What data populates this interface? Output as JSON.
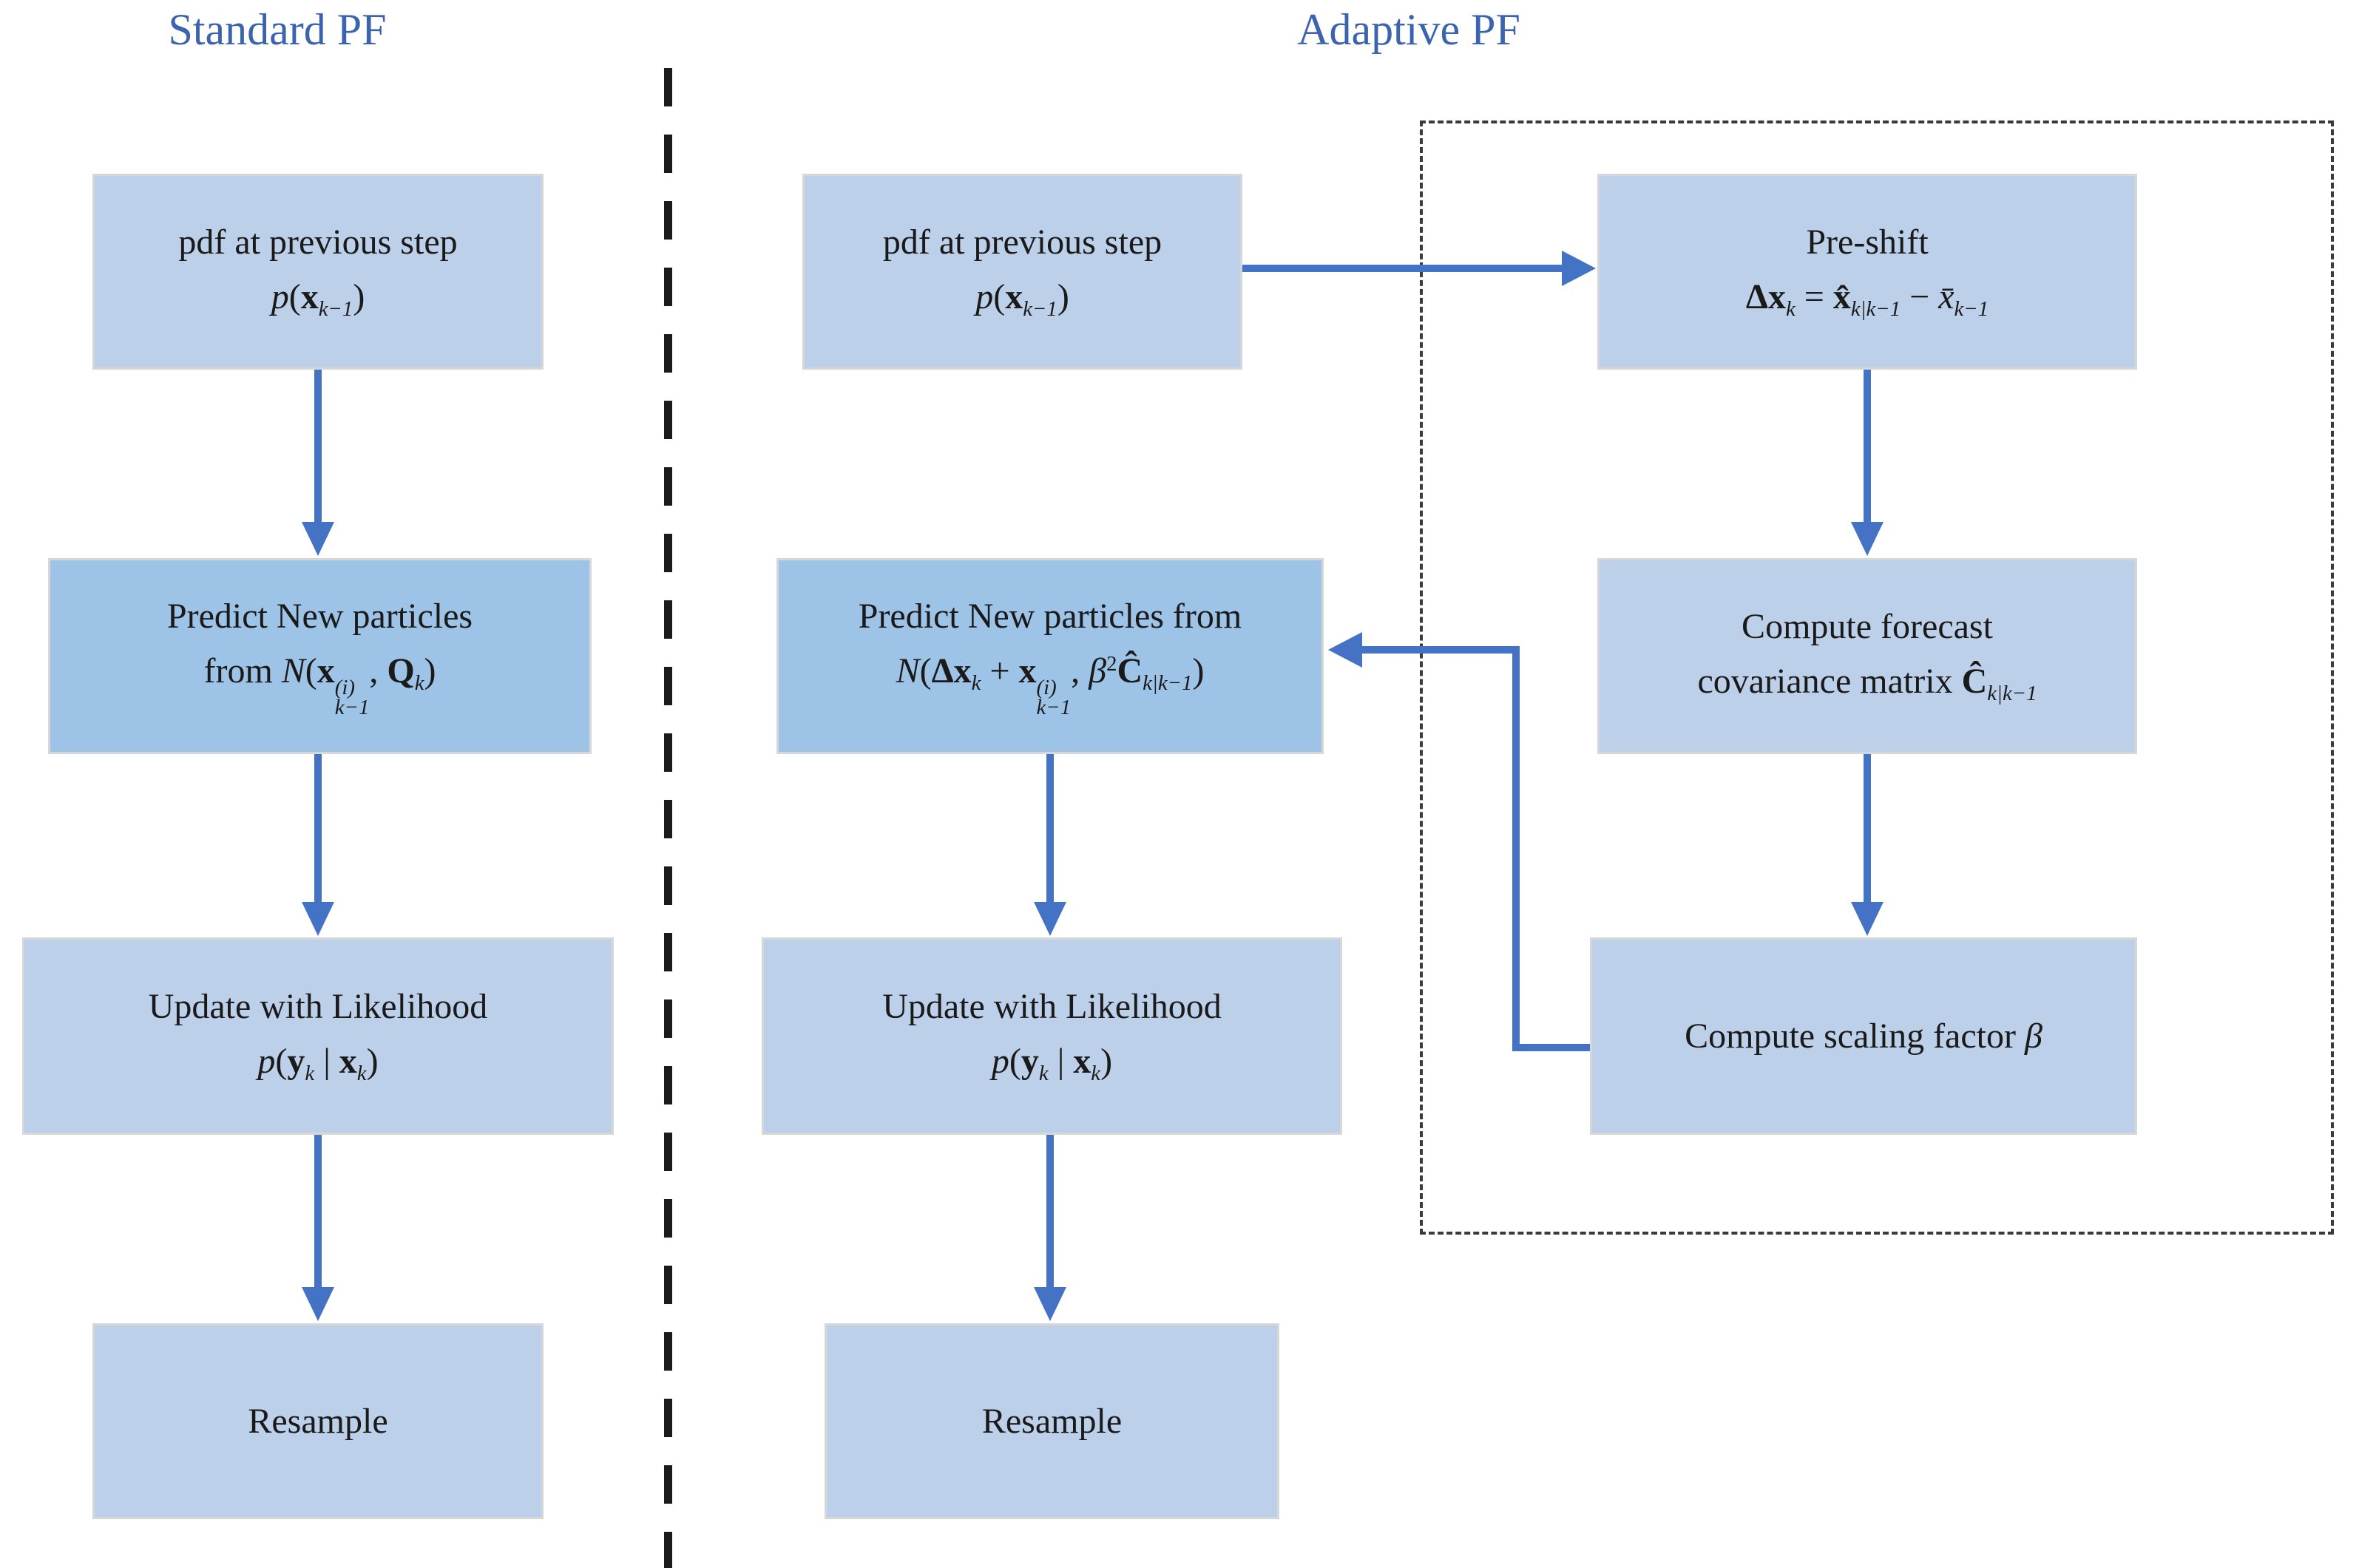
{
  "colors": {
    "box_light": "#bdd0e9",
    "box_dark": "#9dc3e6",
    "box_border": "#d7d7d7",
    "arrow_blue": "#4472c4",
    "title_blue": "#3c64ae",
    "dash_black": "#1b1b1b"
  },
  "titles": {
    "left": "Standard PF",
    "right": "Adaptive PF"
  },
  "standard": {
    "box_pdf": {
      "line1": "pdf at previous step",
      "formula": [
        {
          "t": "p",
          "k": "i"
        },
        {
          "t": "(",
          "k": "n"
        },
        {
          "t": "x",
          "k": "b"
        },
        {
          "t": "k−1",
          "k": "sub"
        },
        {
          "t": ")",
          "k": "n"
        }
      ]
    },
    "box_predict": {
      "line1": "Predict New particles",
      "formula": [
        {
          "t": "from ",
          "k": "n"
        },
        {
          "t": "N",
          "k": "i"
        },
        {
          "t": "(",
          "k": "n"
        },
        {
          "t": "x",
          "k": "b"
        },
        {
          "k": "supsub",
          "sup": "(i)",
          "sub": "k−1"
        },
        {
          "t": ", ",
          "k": "n"
        },
        {
          "t": "Q",
          "k": "b"
        },
        {
          "t": "k",
          "k": "sub"
        },
        {
          "t": ")",
          "k": "n"
        }
      ]
    },
    "box_update": {
      "line1": "Update with Likelihood",
      "formula": [
        {
          "t": "p",
          "k": "i"
        },
        {
          "t": "(",
          "k": "n"
        },
        {
          "t": "y",
          "k": "b"
        },
        {
          "t": "k",
          "k": "sub"
        },
        {
          "t": " | ",
          "k": "n"
        },
        {
          "t": "x",
          "k": "b"
        },
        {
          "t": "k",
          "k": "sub"
        },
        {
          "t": ")",
          "k": "n"
        }
      ]
    },
    "box_resample": {
      "label": "Resample"
    }
  },
  "adaptive": {
    "box_pdf": {
      "line1": "pdf at previous step",
      "formula": [
        {
          "t": "p",
          "k": "i"
        },
        {
          "t": "(",
          "k": "n"
        },
        {
          "t": "x",
          "k": "b"
        },
        {
          "t": "k−1",
          "k": "sub"
        },
        {
          "t": ")",
          "k": "n"
        }
      ]
    },
    "box_preshift": {
      "line1": "Pre-shift",
      "formula": [
        {
          "t": "Δ",
          "k": "b"
        },
        {
          "t": "x",
          "k": "b"
        },
        {
          "t": "k",
          "k": "sub"
        },
        {
          "t": " = ",
          "k": "n"
        },
        {
          "t": "x̂",
          "k": "b"
        },
        {
          "t": "k|k−1",
          "k": "sub"
        },
        {
          "t": " − ",
          "k": "n"
        },
        {
          "t": "x̄",
          "k": "i"
        },
        {
          "t": "k−1",
          "k": "sub"
        }
      ]
    },
    "box_forecast": {
      "line1": "Compute forecast",
      "formula": [
        {
          "t": "covariance matrix ",
          "k": "n"
        },
        {
          "t": "Ĉ",
          "k": "b"
        },
        {
          "t": "k|k−1",
          "k": "sub"
        }
      ]
    },
    "box_scaling": {
      "formula": [
        {
          "t": "Compute scaling factor ",
          "k": "n"
        },
        {
          "t": "β",
          "k": "i"
        }
      ]
    },
    "box_predict": {
      "line1": "Predict New particles from",
      "formula": [
        {
          "t": "N",
          "k": "i"
        },
        {
          "t": "(",
          "k": "n"
        },
        {
          "t": "Δ",
          "k": "b"
        },
        {
          "t": "x",
          "k": "b"
        },
        {
          "t": "k",
          "k": "sub"
        },
        {
          "t": " + ",
          "k": "n"
        },
        {
          "t": "x",
          "k": "b"
        },
        {
          "k": "supsub",
          "sup": "(i)",
          "sub": "k−1"
        },
        {
          "t": ", ",
          "k": "n"
        },
        {
          "t": "β",
          "k": "i"
        },
        {
          "t": "2",
          "k": "sup"
        },
        {
          "t": "Ĉ",
          "k": "b"
        },
        {
          "t": "k|k−1",
          "k": "sub"
        },
        {
          "t": ")",
          "k": "n"
        }
      ]
    },
    "box_update": {
      "line1": "Update with Likelihood",
      "formula": [
        {
          "t": "p",
          "k": "i"
        },
        {
          "t": "(",
          "k": "n"
        },
        {
          "t": "y",
          "k": "b"
        },
        {
          "t": "k",
          "k": "sub"
        },
        {
          "t": " | ",
          "k": "n"
        },
        {
          "t": "x",
          "k": "b"
        },
        {
          "t": "k",
          "k": "sub"
        },
        {
          "t": ")",
          "k": "n"
        }
      ]
    },
    "box_resample": {
      "label": "Resample"
    }
  }
}
